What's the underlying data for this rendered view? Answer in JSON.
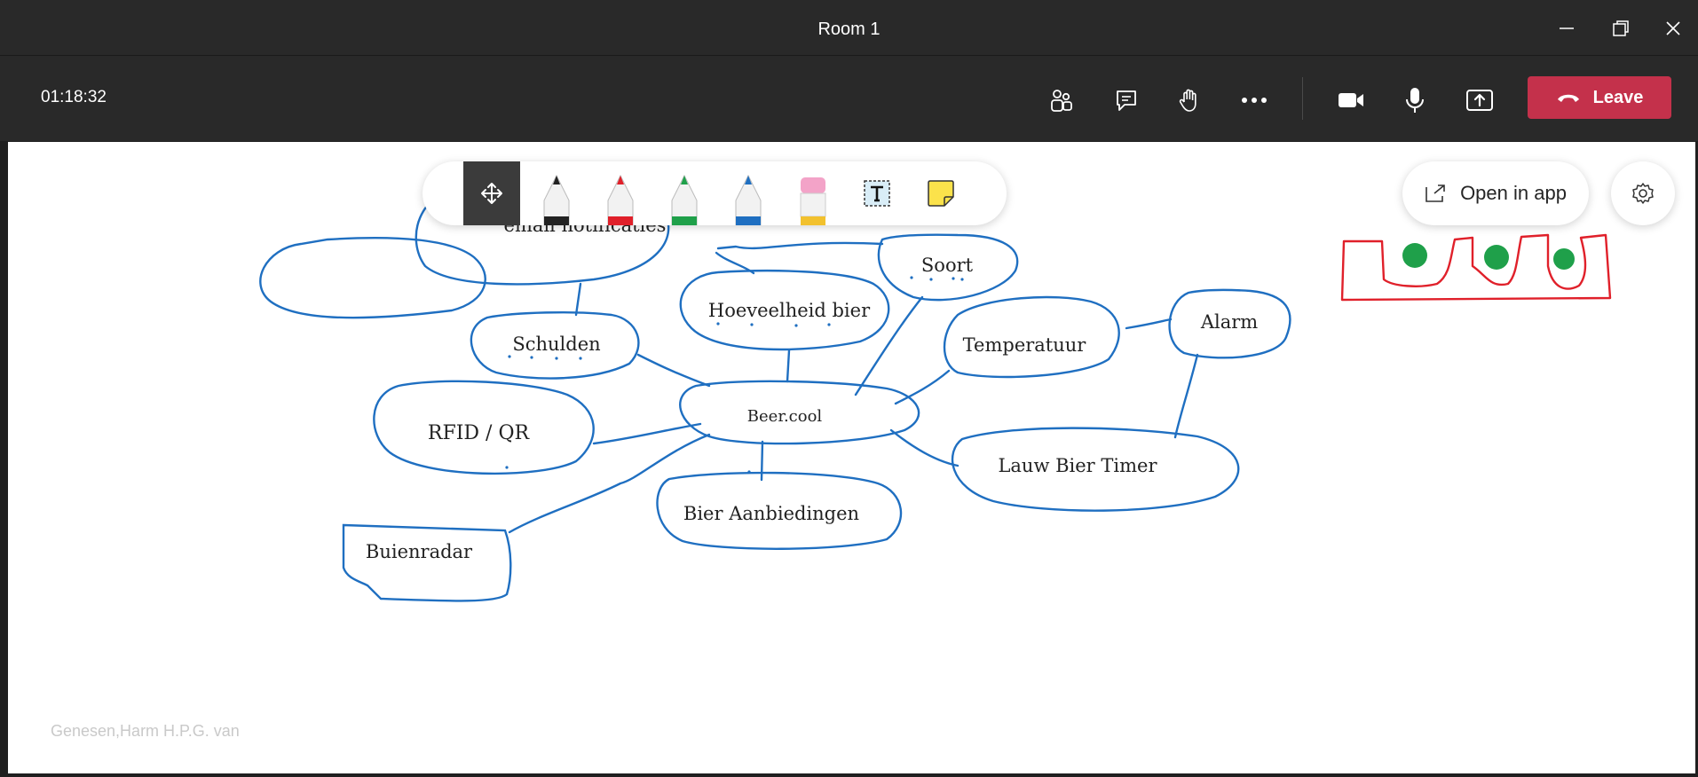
{
  "window": {
    "title": "Room 1"
  },
  "call": {
    "timer": "01:18:32",
    "leave_label": "Leave"
  },
  "stage": {
    "open_in_app_label": "Open in app",
    "author": "Genesen,Harm H.P.G. van"
  },
  "whiteboard": {
    "notes": {
      "email": "email notificaties",
      "soort": "Soort",
      "hoeveelheid": "Hoeveelheid bier",
      "schulden": "Schulden",
      "temperatuur": "Temperatuur",
      "alarm": "Alarm",
      "beercool": "Beer.cool",
      "rfid": "RFID / QR",
      "lauw": "Lauw Bier Timer",
      "aanbiedingen": "Bier Aanbiedingen",
      "buienradar": "Buienradar"
    }
  },
  "colors": {
    "ink_blue": "#1f6fc1",
    "ink_red": "#e0202a",
    "ink_green": "#1fa04a",
    "leave_red": "#c4314b"
  },
  "icons": [
    "minimize-icon",
    "maximize-icon",
    "close-icon",
    "people-icon",
    "chat-icon",
    "raise-hand-icon",
    "more-icon",
    "camera-icon",
    "microphone-icon",
    "share-screen-icon",
    "phone-hangup-icon",
    "move-icon",
    "black-pen-icon",
    "red-pen-icon",
    "green-pen-icon",
    "blue-pen-icon",
    "highlighter-icon",
    "text-icon",
    "sticky-note-icon",
    "open-external-icon",
    "gear-icon"
  ]
}
